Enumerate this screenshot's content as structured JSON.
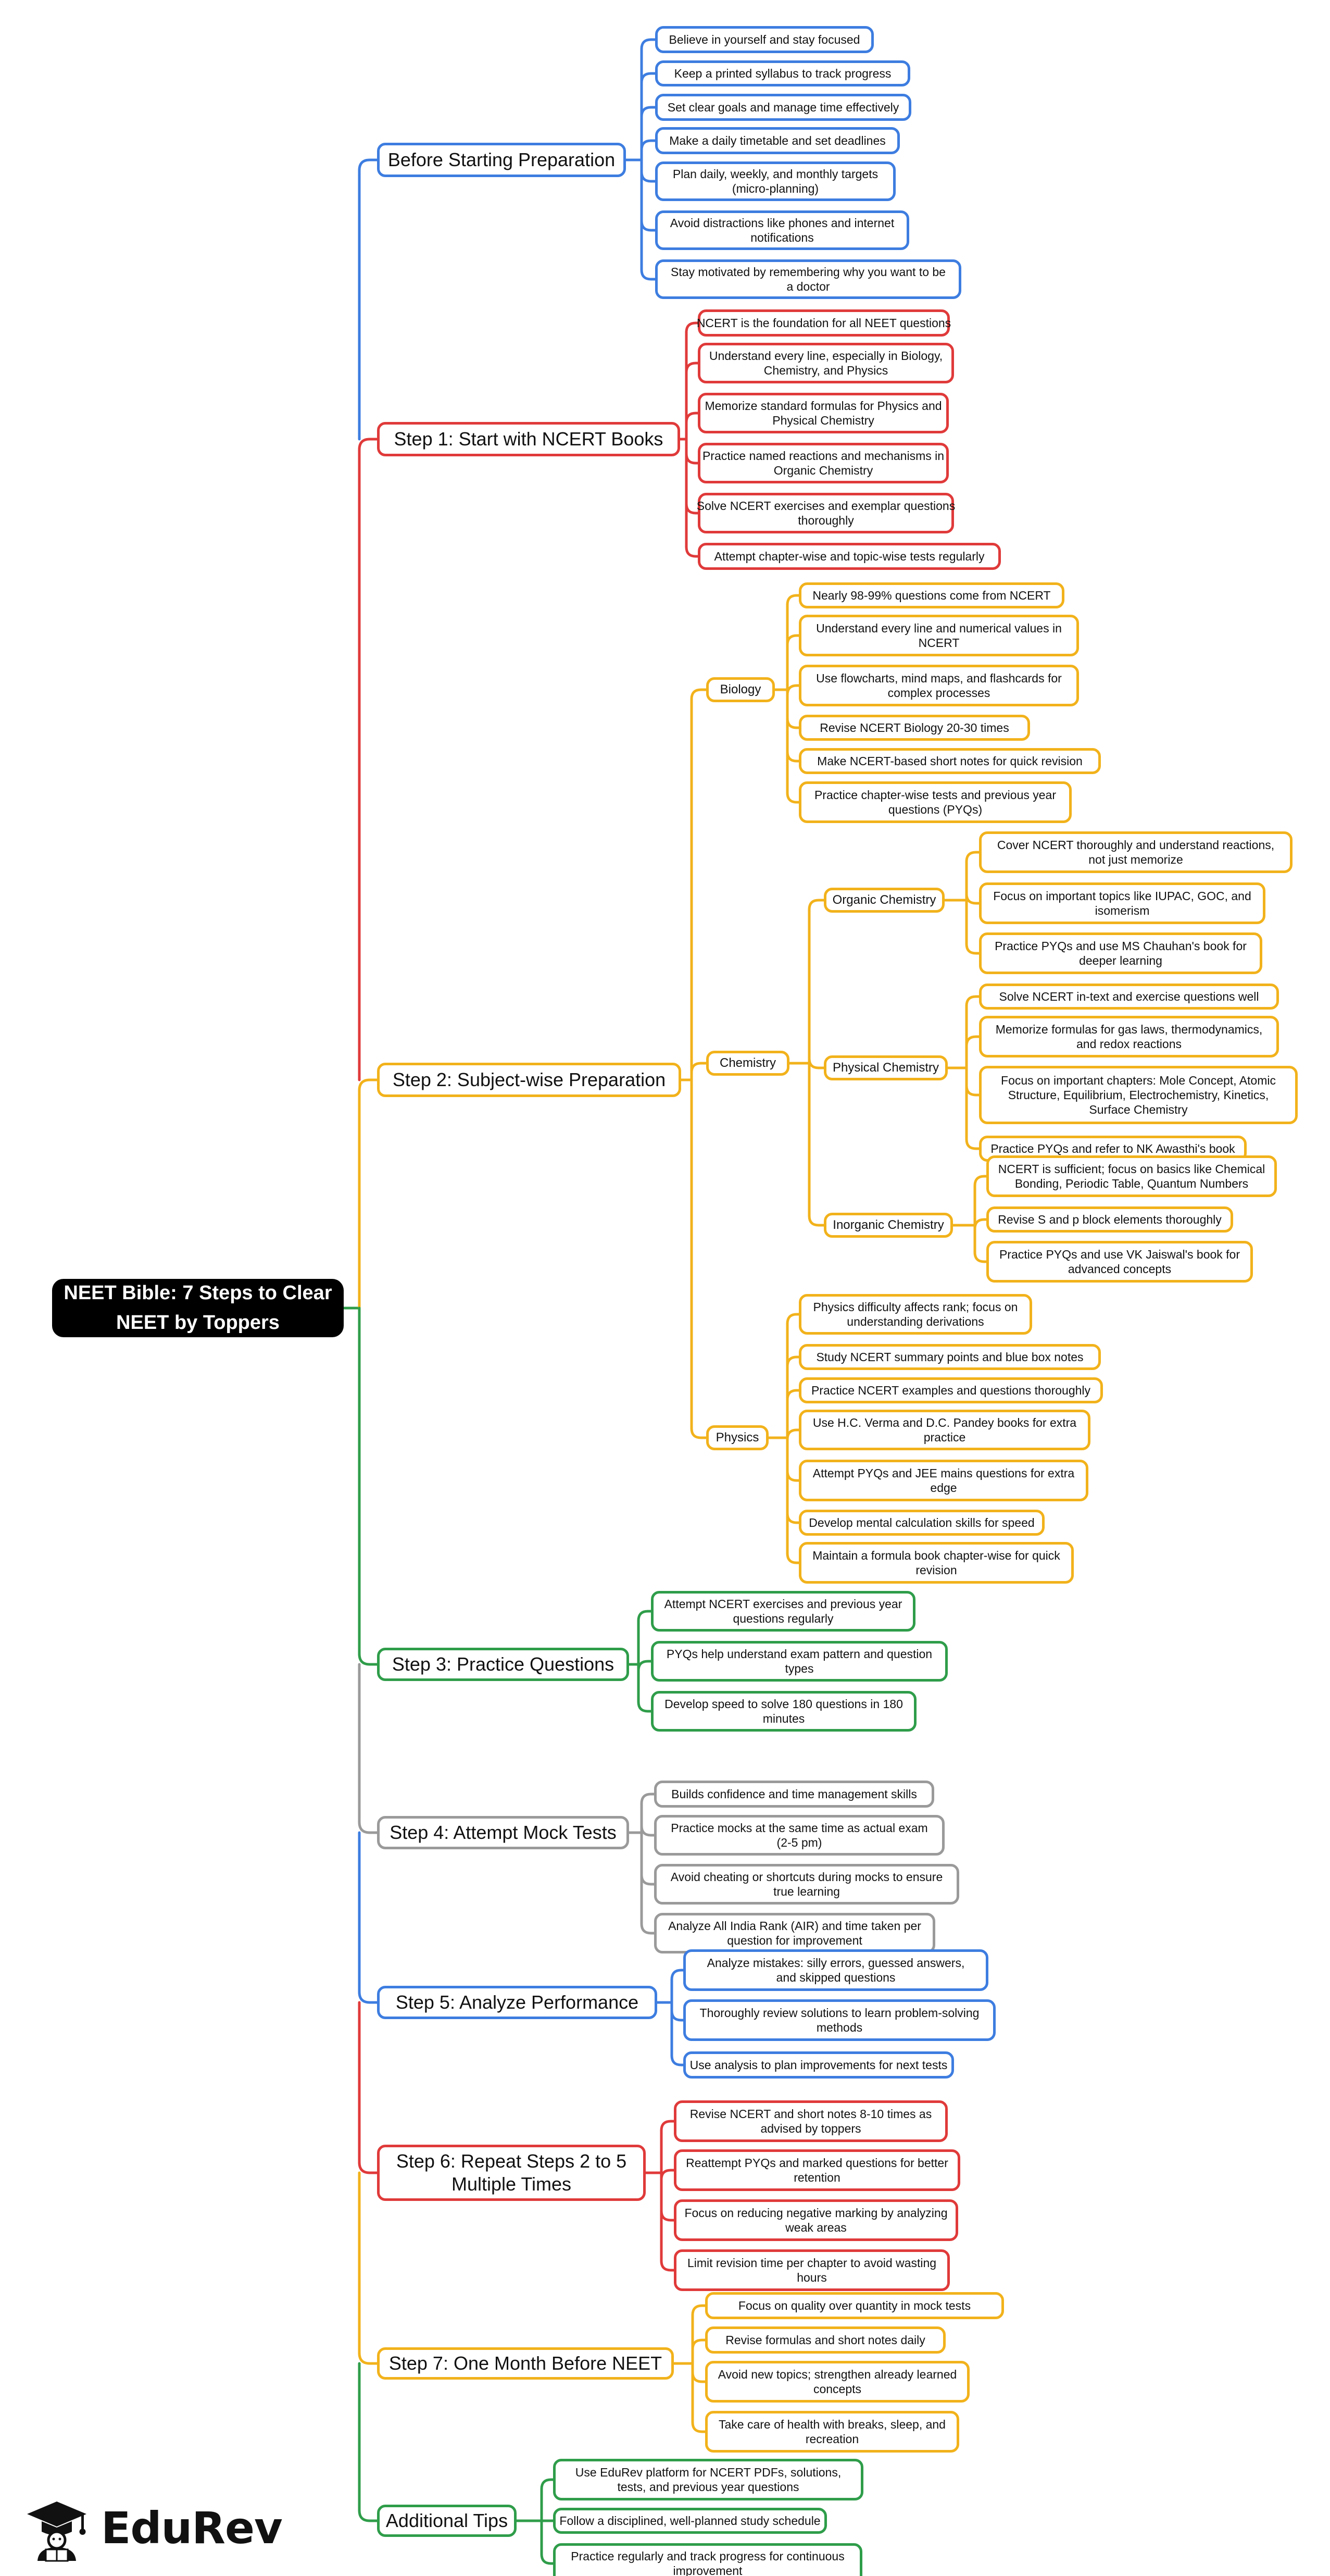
{
  "root": {
    "label": "NEET Bible: 7 Steps to Clear\nNEET by Toppers"
  },
  "branches": [
    {
      "id": "before",
      "label": "Before Starting Preparation",
      "color": "#3d7de0",
      "items": [
        "Believe in yourself and stay focused",
        "Keep a printed syllabus to track progress",
        "Set clear goals and manage time effectively",
        "Make a daily timetable and set deadlines",
        "Plan daily, weekly, and monthly targets\n(micro-planning)",
        "Avoid distractions like phones and internet\nnotifications",
        "Stay motivated by remembering why you want to be\na doctor"
      ]
    },
    {
      "id": "step1",
      "label": "Step 1: Start with NCERT Books",
      "color": "#e03a3a",
      "items": [
        "NCERT is the foundation for all NEET questions",
        "Understand every line, especially in Biology,\nChemistry, and Physics",
        "Memorize standard formulas for Physics and\nPhysical Chemistry",
        "Practice named reactions and mechanisms in\nOrganic Chemistry",
        "Solve NCERT exercises and exemplar questions\nthoroughly",
        "Attempt chapter-wise and topic-wise tests regularly"
      ]
    },
    {
      "id": "step2",
      "label": "Step 2: Subject-wise Preparation",
      "color": "#f2b21b",
      "subjects": [
        {
          "label": "Biology",
          "items": [
            "Nearly 98-99% questions come from NCERT",
            "Understand every line and numerical values in\nNCERT",
            "Use flowcharts, mind maps, and flashcards for\ncomplex processes",
            "Revise NCERT Biology 20-30 times",
            "Make NCERT-based short notes for quick revision",
            "Practice chapter-wise tests and previous year\nquestions (PYQs)"
          ]
        },
        {
          "label": "Chemistry",
          "groups": [
            {
              "label": "Organic Chemistry",
              "items": [
                "Cover NCERT thoroughly and understand reactions,\nnot just memorize",
                "Focus on important topics like IUPAC, GOC, and\nisomerism",
                "Practice PYQs and use MS Chauhan's book for\ndeeper learning"
              ]
            },
            {
              "label": "Physical Chemistry",
              "items": [
                "Solve NCERT in-text and exercise questions well",
                "Memorize formulas for gas laws, thermodynamics,\nand redox reactions",
                "Focus on important chapters: Mole Concept, Atomic\nStructure, Equilibrium, Electrochemistry, Kinetics,\nSurface Chemistry",
                "Practice PYQs and refer to NK Awasthi's book"
              ]
            },
            {
              "label": "Inorganic Chemistry",
              "items": [
                "NCERT is sufficient; focus on basics like Chemical\nBonding, Periodic Table, Quantum Numbers",
                "Revise S and p block elements thoroughly",
                "Practice PYQs and use VK Jaiswal's book for\nadvanced concepts"
              ]
            }
          ]
        },
        {
          "label": "Physics",
          "items": [
            "Physics difficulty affects rank; focus on\nunderstanding derivations",
            "Study NCERT summary points and blue box notes",
            "Practice NCERT examples and questions thoroughly",
            "Use H.C. Verma and D.C. Pandey books for extra\npractice",
            "Attempt PYQs and JEE mains questions for extra\nedge",
            "Develop mental calculation skills for speed",
            "Maintain a formula book chapter-wise for quick\nrevision"
          ]
        }
      ]
    },
    {
      "id": "step3",
      "label": "Step 3: Practice Questions",
      "color": "#2f9d4a",
      "items": [
        "Attempt NCERT exercises and previous year\nquestions regularly",
        "PYQs help understand exam pattern and question\ntypes",
        "Develop speed to solve 180 questions in 180\nminutes"
      ]
    },
    {
      "id": "step4",
      "label": "Step 4: Attempt Mock Tests",
      "color": "#9a9a9a",
      "items": [
        "Builds confidence and time management skills",
        "Practice mocks at the same time as actual exam\n(2-5 pm)",
        "Avoid cheating or shortcuts during mocks to ensure\ntrue learning",
        "Analyze All India Rank (AIR) and time taken per\nquestion for improvement"
      ]
    },
    {
      "id": "step5",
      "label": "Step 5: Analyze Performance",
      "color": "#3d7de0",
      "items": [
        "Analyze mistakes: silly errors, guessed answers,\nand skipped questions",
        "Thoroughly review solutions to learn problem-solving\nmethods",
        "Use analysis to plan improvements for next tests"
      ]
    },
    {
      "id": "step6",
      "label": "Step 6: Repeat Steps 2 to 5\nMultiple Times",
      "color": "#e03a3a",
      "items": [
        "Revise NCERT and short notes 8-10 times as\nadvised by toppers",
        "Reattempt PYQs and marked questions for better\nretention",
        "Focus on reducing negative marking by analyzing\nweak areas",
        "Limit revision time per chapter to avoid wasting\nhours"
      ]
    },
    {
      "id": "step7",
      "label": "Step 7: One Month Before NEET",
      "color": "#f2b21b",
      "items": [
        "Focus on quality over quantity in mock tests",
        "Revise formulas and short notes daily",
        "Avoid new topics; strengthen already learned\nconcepts",
        "Take care of health with breaks, sleep, and\nrecreation"
      ]
    },
    {
      "id": "tips",
      "label": "Additional Tips",
      "color": "#2f9d4a",
      "items": [
        "Use EduRev platform for NCERT PDFs, solutions,\ntests, and previous year questions",
        "Follow a disciplined, well-planned study schedule",
        "Practice regularly and track progress for continuous\nimprovement"
      ]
    }
  ],
  "logo": {
    "text": "EduRev",
    "icon": "graduation-student-icon"
  },
  "colors": {
    "blue": "#3d7de0",
    "red": "#e03a3a",
    "orange": "#f2b21b",
    "green": "#2f9d4a",
    "grey": "#9a9a9a",
    "ink": "#111111",
    "root_bg": "#000000"
  }
}
